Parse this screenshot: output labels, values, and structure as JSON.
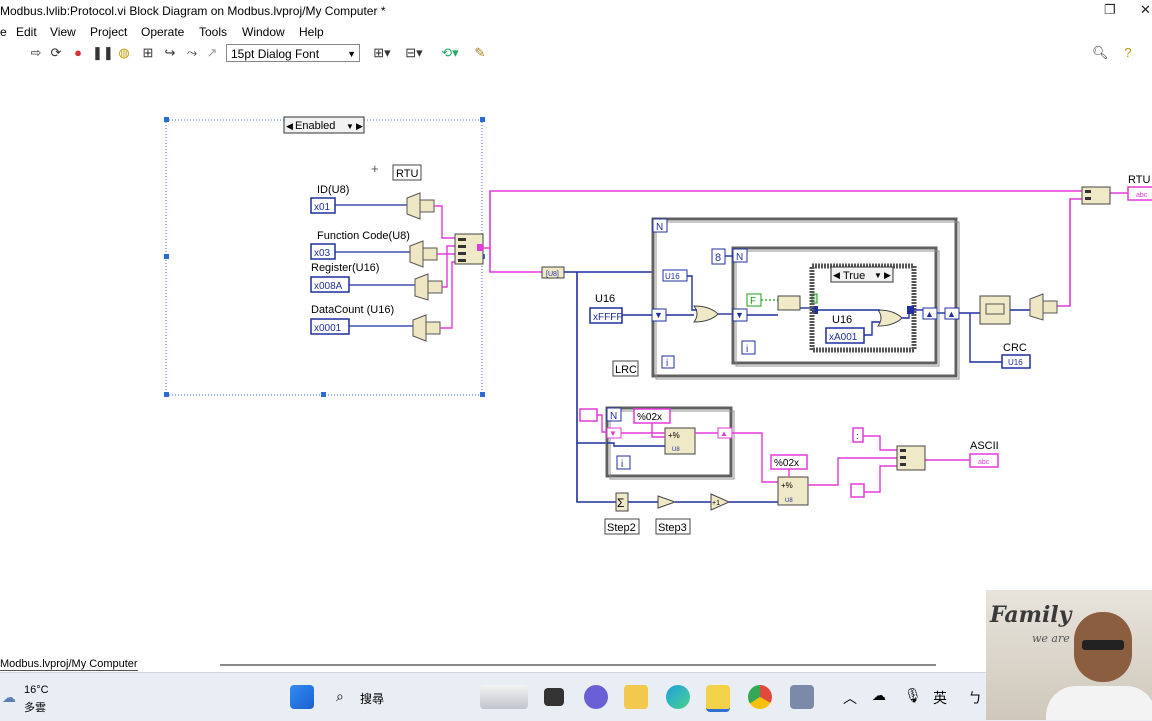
{
  "window": {
    "title": "Modbus.lvlib:Protocol.vi Block Diagram on Modbus.lvproj/My Computer *"
  },
  "menu": [
    "e",
    "Edit",
    "View",
    "Project",
    "Operate",
    "Tools",
    "Window",
    "Help"
  ],
  "toolbar": {
    "font": "15pt Dialog Font"
  },
  "diagram": {
    "enabled_label": "Enabled",
    "rtu_const": "RTU",
    "id_label": "ID(U8)",
    "id_value": "x01",
    "fc_label": "Function Code(U8)",
    "fc_value": "x03",
    "reg_label": "Register(U16)",
    "reg_value": "x008A",
    "dc_label": "DataCount (U16)",
    "dc_value": "x0001",
    "u16_label": "U16",
    "u16_value": "xFFFF",
    "u16_const": "U16",
    "n_label": "N",
    "i_label": "i",
    "eight": "8",
    "true_case": "True",
    "f_const": "F",
    "u16_label2": "U16",
    "a001_value": "xA001",
    "crc_label": "CRC",
    "crc_ind": "U16",
    "lrc_label": "LRC",
    "fmt1": "%02x",
    "fmt2": "%02x",
    "ascii_label": "ASCII",
    "rtu_label": "RTU",
    "abc": "abc",
    "step2": "Step2",
    "step3": "Step3",
    "u8": "U8",
    "colon": ":"
  },
  "status": {
    "path": "Modbus.lvproj/My Computer"
  },
  "taskbar": {
    "temp": "16°C",
    "weather": "多雲",
    "search": "搜尋",
    "ime": "英"
  },
  "webcam": {
    "sign1": "Family",
    "sign2": "we are"
  },
  "colors": {
    "pink": "#e43ad8",
    "blue": "#1f2fa0",
    "frame": "#606060"
  }
}
